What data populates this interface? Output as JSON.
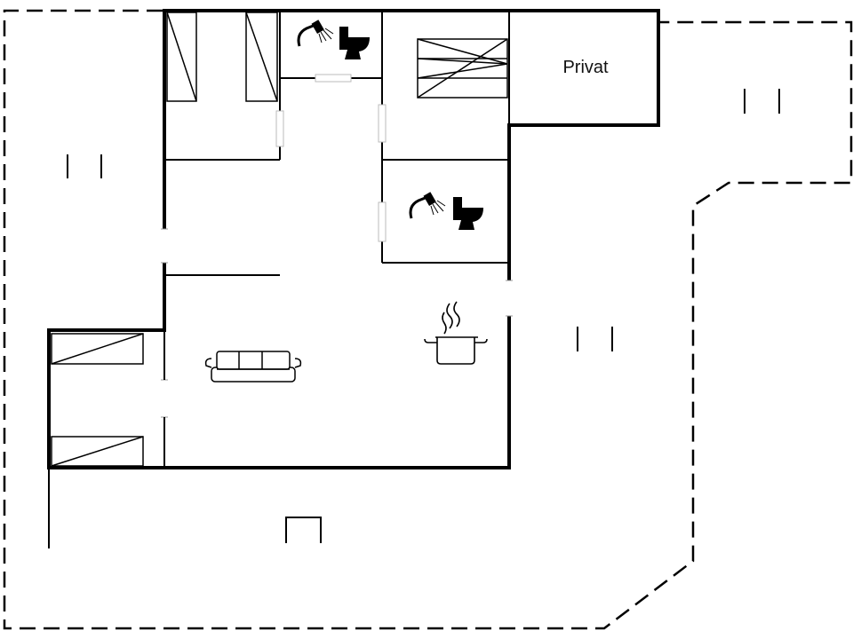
{
  "floor_plan": {
    "rooms": [
      {
        "id": "private-room",
        "label": "Privat"
      }
    ],
    "icons": [
      {
        "name": "shower-icon",
        "room": "upper-bathroom"
      },
      {
        "name": "toilet-icon",
        "room": "upper-bathroom"
      },
      {
        "name": "shower-icon",
        "room": "lower-bathroom"
      },
      {
        "name": "toilet-icon",
        "room": "lower-bathroom"
      },
      {
        "name": "cooking-pot-icon",
        "room": "kitchen"
      },
      {
        "name": "sofa-icon",
        "room": "living-room"
      }
    ],
    "colors": {
      "wall": "#000000",
      "background": "#ffffff"
    }
  }
}
